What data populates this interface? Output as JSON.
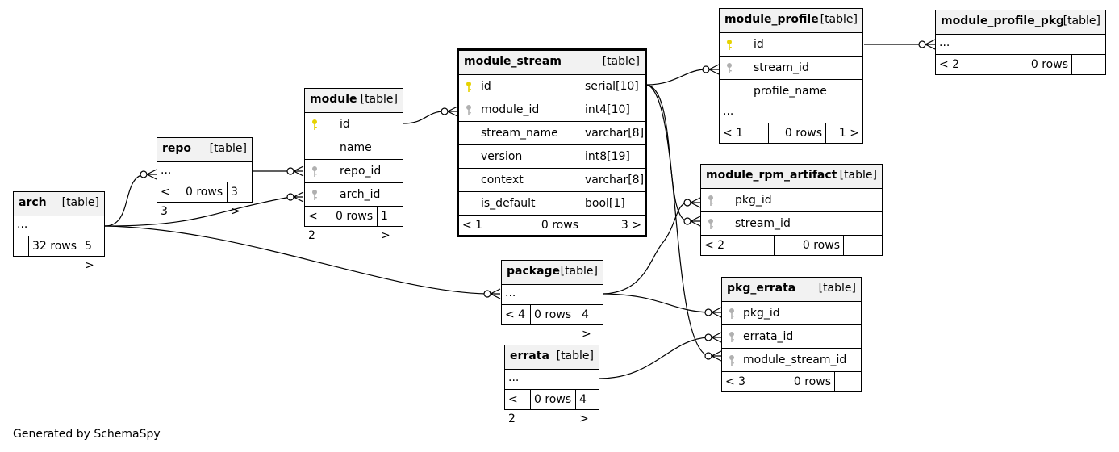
{
  "tables": {
    "module_profile_pkg": {
      "name": "module_profile_pkg",
      "type": "[table]",
      "ellipsis": "...",
      "foot": [
        "< 2",
        "0 rows",
        ""
      ]
    },
    "module_profile": {
      "name": "module_profile",
      "type": "[table]",
      "columns": [
        {
          "name": "id",
          "key": "primary"
        },
        {
          "name": "stream_id",
          "key": "foreign"
        },
        {
          "name": "profile_name",
          "key": ""
        }
      ],
      "ellipsis": "...",
      "foot": [
        "< 1",
        "0 rows",
        "1 >"
      ]
    },
    "module_stream": {
      "name": "module_stream",
      "type": "[table]",
      "columns": [
        {
          "name": "id",
          "datatype": "serial[10]",
          "key": "primary"
        },
        {
          "name": "module_id",
          "datatype": "int4[10]",
          "key": "foreign"
        },
        {
          "name": "stream_name",
          "datatype": "varchar[8]",
          "key": ""
        },
        {
          "name": "version",
          "datatype": "int8[19]",
          "key": ""
        },
        {
          "name": "context",
          "datatype": "varchar[8]",
          "key": ""
        },
        {
          "name": "is_default",
          "datatype": "bool[1]",
          "key": ""
        }
      ],
      "foot": [
        "< 1",
        "0 rows",
        "3 >"
      ]
    },
    "module": {
      "name": "module",
      "type": "[table]",
      "columns": [
        {
          "name": "id",
          "key": "primary"
        },
        {
          "name": "name",
          "key": ""
        },
        {
          "name": "repo_id",
          "key": "foreign"
        },
        {
          "name": "arch_id",
          "key": "foreign"
        }
      ],
      "foot": [
        "< 2",
        "0 rows",
        "1 >"
      ]
    },
    "repo": {
      "name": "repo",
      "type": "[table]",
      "ellipsis": "...",
      "foot": [
        "< 3",
        "0 rows",
        "3 >"
      ]
    },
    "arch": {
      "name": "arch",
      "type": "[table]",
      "ellipsis": "...",
      "foot": [
        "",
        "32 rows",
        "5 >"
      ]
    },
    "module_rpm_artifact": {
      "name": "module_rpm_artifact",
      "type": "[table]",
      "columns": [
        {
          "name": "pkg_id",
          "key": "foreign"
        },
        {
          "name": "stream_id",
          "key": "foreign"
        }
      ],
      "foot": [
        "< 2",
        "0 rows",
        ""
      ]
    },
    "package": {
      "name": "package",
      "type": "[table]",
      "ellipsis": "...",
      "foot": [
        "< 4",
        "0 rows",
        "4 >"
      ]
    },
    "pkg_errata": {
      "name": "pkg_errata",
      "type": "[table]",
      "columns": [
        {
          "name": "pkg_id",
          "key": "foreign"
        },
        {
          "name": "errata_id",
          "key": "foreign"
        },
        {
          "name": "module_stream_id",
          "key": "foreign"
        }
      ],
      "foot": [
        "< 3",
        "0 rows",
        ""
      ]
    },
    "errata": {
      "name": "errata",
      "type": "[table]",
      "ellipsis": "...",
      "foot": [
        "< 2",
        "0 rows",
        "4 >"
      ]
    }
  },
  "colors": {
    "primary_key": "#e6d200",
    "foreign_key": "#b0b0b0",
    "header_bg": "#f2f2f2"
  },
  "footer": {
    "generated_by": "Generated by SchemaSpy"
  }
}
